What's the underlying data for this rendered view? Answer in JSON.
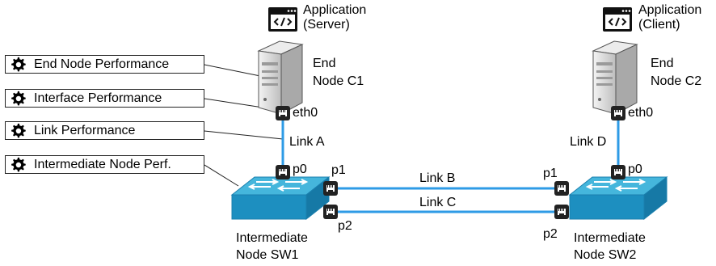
{
  "colors": {
    "link": "#2e9be6",
    "switch_top": "#45b6dc",
    "switch_side": "#1d8fc0",
    "server_body": "#d7d7d7",
    "port": "#222222",
    "connector": "#222222"
  },
  "perf_boxes": [
    {
      "label": "End Node Performance",
      "icon": "gear-icon"
    },
    {
      "label": "Interface Performance",
      "icon": "gear-icon"
    },
    {
      "label": "Link Performance",
      "icon": "gear-icon"
    },
    {
      "label": "Intermediate Node Perf.",
      "icon": "gear-icon"
    }
  ],
  "server": {
    "app_line1": "Application",
    "app_line2": "(Server)",
    "name_line1": "End",
    "name_line2": "Node C1",
    "iface": "eth0"
  },
  "client": {
    "app_line1": "Application",
    "app_line2": "(Client)",
    "name_line1": "End",
    "name_line2": "Node C2",
    "iface": "eth0"
  },
  "links": {
    "a": "Link A",
    "b": "Link B",
    "c": "Link C",
    "d": "Link D"
  },
  "sw1": {
    "p0": "p0",
    "p1": "p1",
    "p2": "p2",
    "name_line1": "Intermediate",
    "name_line2": "Node SW1"
  },
  "sw2": {
    "p0": "p0",
    "p1": "p1",
    "p2": "p2",
    "name_line1": "Intermediate",
    "name_line2": "Node SW2"
  }
}
